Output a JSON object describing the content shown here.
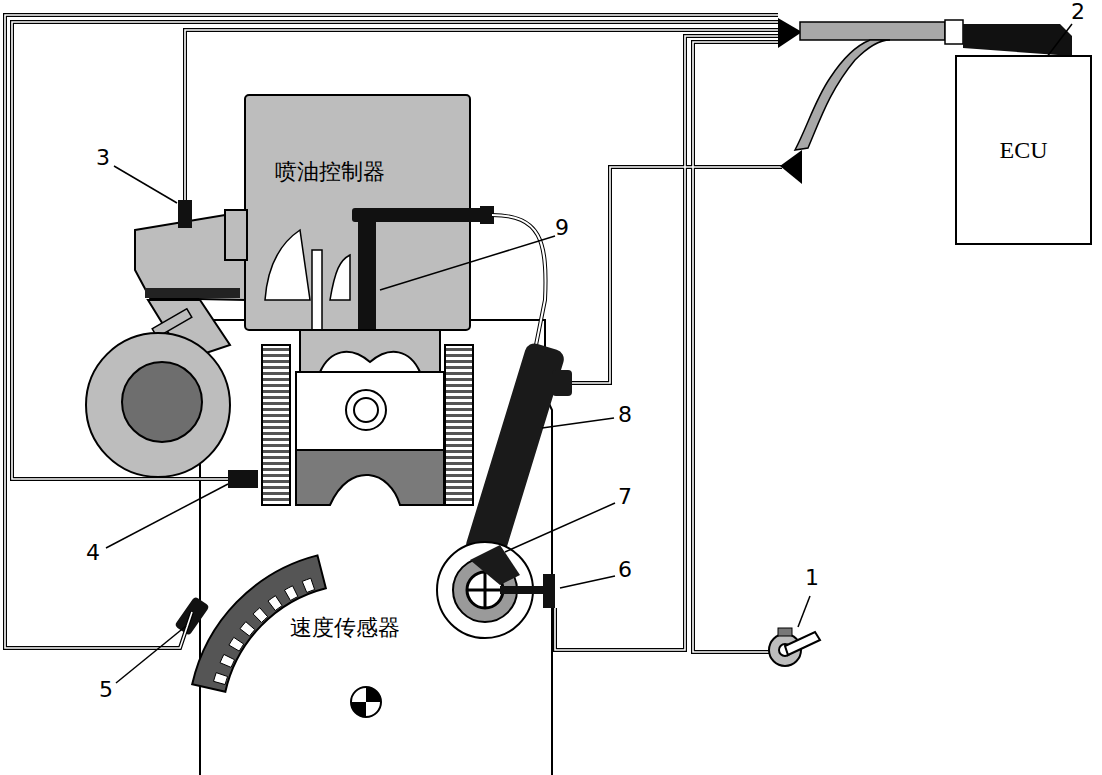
{
  "diagram": {
    "nodes": [
      {
        "text": [
          "喷油控制器"
        ]
      },
      {
        "text": [
          "ECU"
        ]
      }
    ],
    "labels": [
      "2",
      "3",
      "9",
      "8",
      "7",
      "6",
      "4",
      "5",
      "速度传感器",
      "1"
    ]
  }
}
